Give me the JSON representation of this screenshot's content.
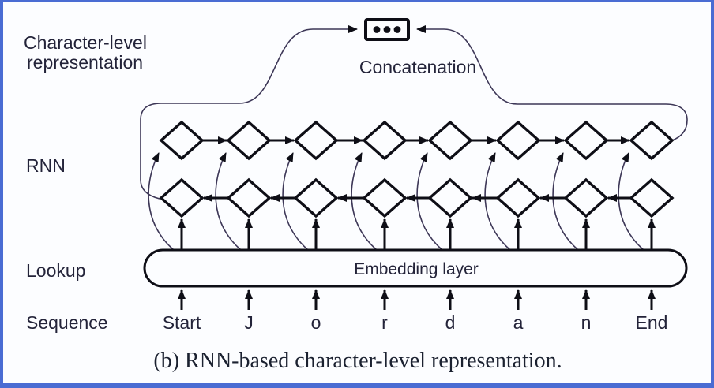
{
  "figure": {
    "caption": "(b) RNN-based character-level representation.",
    "side_labels": {
      "character_level_line1": "Character-level",
      "character_level_line2": "representation",
      "rnn": "RNN",
      "lookup": "Lookup",
      "sequence": "Sequence"
    },
    "concatenation_label": "Concatenation",
    "embedding_label": "Embedding layer",
    "tokens": [
      "Start",
      "J",
      "o",
      "r",
      "d",
      "a",
      "n",
      "End"
    ]
  },
  "colors": {
    "frame_blue": "#4a6cd3",
    "panel_background": "#fcfdff",
    "line_black": "#0e0e16",
    "curve_purple": "#3d3757",
    "text_navy": "#232339",
    "caption_ink": "#1b2130"
  }
}
